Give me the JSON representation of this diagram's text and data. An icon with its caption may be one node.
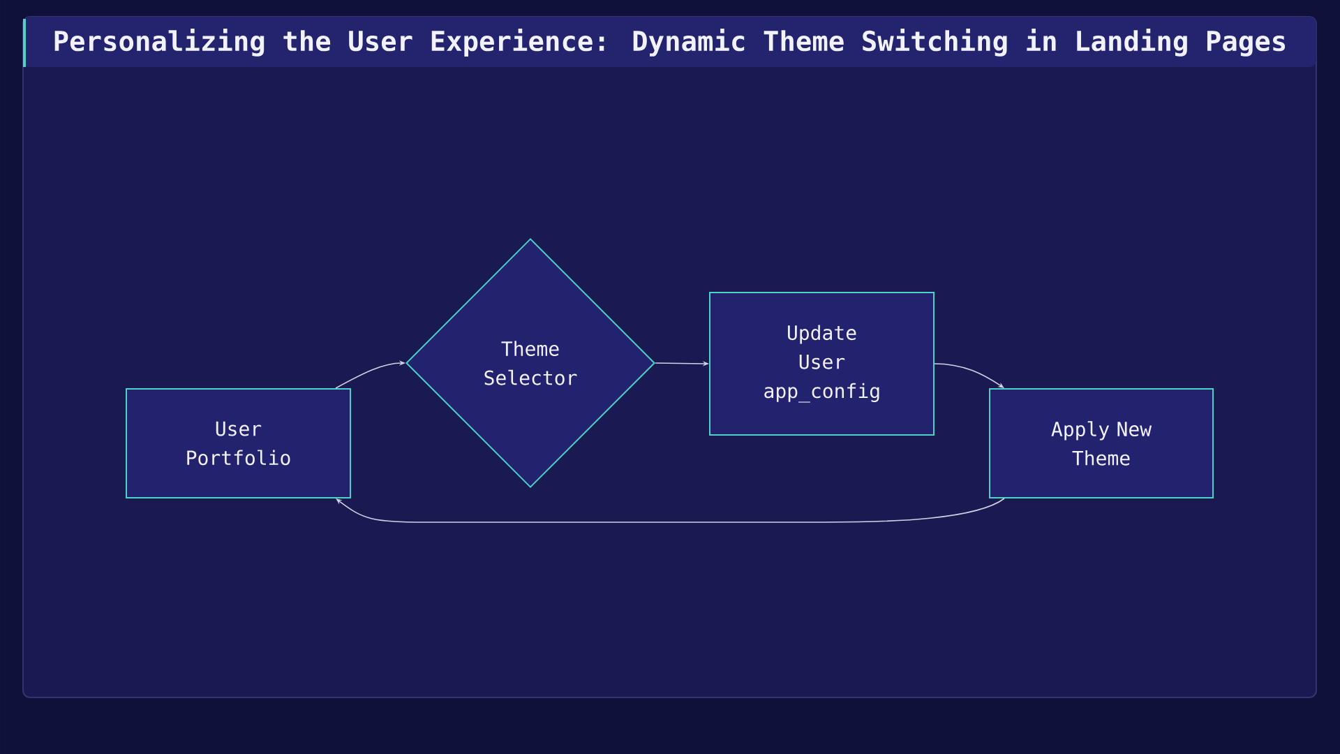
{
  "diagram": {
    "title": "Personalizing the User Experience: Dynamic Theme Switching in Landing Pages",
    "nodes": [
      {
        "text": [
          "User Portfolio"
        ]
      },
      {
        "text": [
          "Theme Selector"
        ]
      },
      {
        "text": [
          "Update User app_config"
        ]
      },
      {
        "text": [
          "Apply New Theme"
        ]
      }
    ],
    "edges": [
      {
        "from": 0,
        "to": 1,
        "arrow": "to"
      },
      {
        "from": 1,
        "to": 2,
        "arrow": "to"
      },
      {
        "from": 2,
        "to": 3,
        "arrow": "to"
      },
      {
        "from": 3,
        "to": 0,
        "arrow": "to"
      }
    ]
  }
}
